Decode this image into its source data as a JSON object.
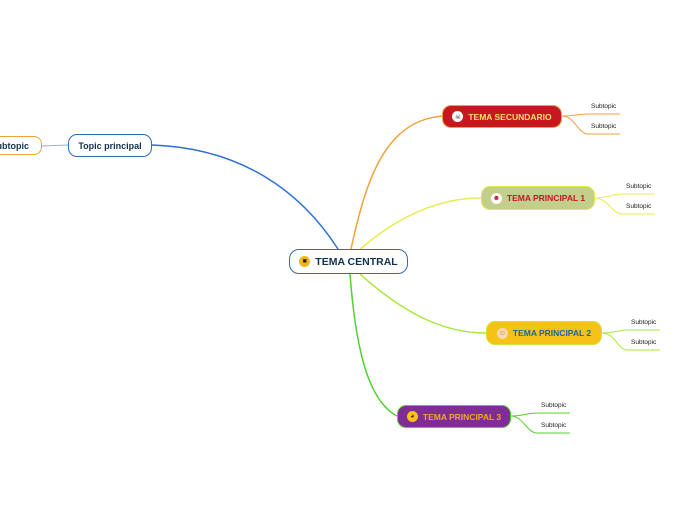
{
  "central": {
    "label": "TEMA CENTRAL",
    "icon": "sunglasses-face-icon"
  },
  "left": {
    "topic_label": "Topic principal",
    "sub_label": "Subtopic"
  },
  "branches": [
    {
      "label": "TEMA SECUNDARIO",
      "icon": "skull-icon",
      "fill": "#c8181f",
      "line": "#f0a23a",
      "subs": [
        "Subtopic",
        "Subtopic"
      ]
    },
    {
      "label": "TEMA PRINCIPAL 1",
      "icon": "clown-face-icon",
      "fill": "#c2cf8a",
      "line": "#e8ec52",
      "subs": [
        "Subtopic",
        "Subtopic"
      ]
    },
    {
      "label": "TEMA PRINCIPAL 2",
      "icon": "baby-face-icon",
      "fill": "#f7c217",
      "line": "#a8e83a",
      "subs": [
        "Subtopic",
        "Subtopic"
      ]
    },
    {
      "label": "TEMA PRINCIPAL 3",
      "icon": "cat-face-icon",
      "fill": "#7d2d93",
      "line": "#52d12e",
      "subs": [
        "Subtopic",
        "Subtopic"
      ]
    }
  ],
  "colors": {
    "central_link": "#2b6fd6",
    "left_sub_link": "#9ab0c8"
  }
}
